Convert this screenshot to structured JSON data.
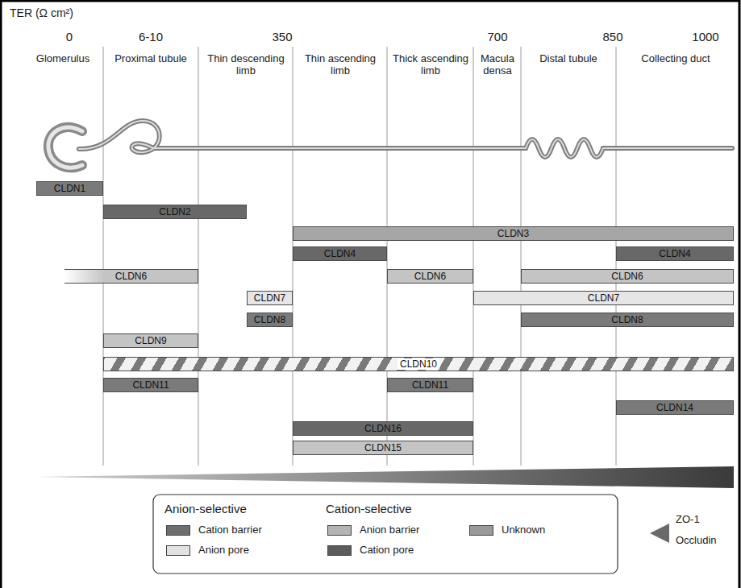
{
  "diagram": {
    "nodes": [
      {
        "text": [
          "CLDN1"
        ]
      },
      {
        "text": [
          "CLDN2"
        ]
      },
      {
        "text": [
          "CLDN3"
        ]
      },
      {
        "text": [
          "CLDN4"
        ]
      },
      {
        "text": [
          "CLDN4"
        ]
      },
      {
        "text": [
          "CLDN6"
        ]
      },
      {
        "text": [
          "CLDN6"
        ]
      },
      {
        "text": [
          "CLDN6"
        ]
      },
      {
        "text": [
          "CLDN7"
        ]
      },
      {
        "text": [
          "CLDN7"
        ]
      },
      {
        "text": [
          "CLDN8"
        ]
      },
      {
        "text": [
          "CLDN8"
        ]
      },
      {
        "text": [
          "CLDN9"
        ]
      },
      {
        "text": [
          "CLDN10"
        ]
      },
      {
        "text": [
          "CLDN11"
        ]
      },
      {
        "text": [
          "CLDN11"
        ]
      },
      {
        "text": [
          "CLDN14"
        ]
      },
      {
        "text": [
          "CLDN16"
        ]
      },
      {
        "text": [
          "CLDN15"
        ]
      }
    ],
    "edges": [],
    "labels": [
      "TER (Ω cm²)",
      "0",
      "6-10",
      "350",
      "700",
      "850",
      "1000",
      "Glomerulus",
      "Proximal tubule",
      "Thin descending limb",
      "Thin ascending limb",
      "Thick ascending limb",
      "Macula densa",
      "Distal tubule",
      "Collecting duct",
      "Anion-selective",
      "Cation-selective",
      "ZO-1",
      "Occludin"
    ],
    "legend": [
      {
        "text": "Cation barrier",
        "color": "#6e6e6e"
      },
      {
        "text": "Anion pore",
        "color": "#e2e2e2"
      },
      {
        "text": "Anion barrier",
        "color": "#b4b4b4"
      },
      {
        "text": "Cation pore",
        "color": "#5c5c5c"
      },
      {
        "text": "Unknown",
        "color": "#9a9a9a"
      }
    ]
  }
}
